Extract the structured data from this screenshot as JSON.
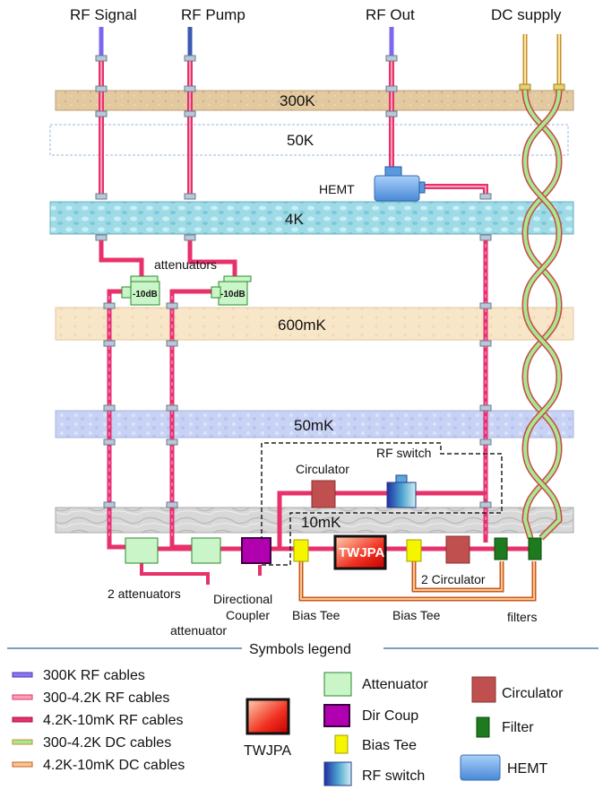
{
  "inputs": {
    "rf_signal": "RF Signal",
    "rf_pump": "RF Pump",
    "rf_out": "RF Out",
    "dc_supply": "DC supply"
  },
  "stages": {
    "s300k": "300K",
    "s50k": "50K",
    "s4k": "4K",
    "s600mk": "600mK",
    "s50mk": "50mK",
    "s10mk": "10mK"
  },
  "components": {
    "hemt": "HEMT",
    "attenuators_top": "attenuators",
    "atten_a": "-10dB",
    "atten_b": "-10dB",
    "rf_switch": "RF switch",
    "circulator": "Circulator",
    "twjpa": "TWJPA",
    "two_attenuators": "2 attenuators",
    "attenuator": "attenuator",
    "directional_coupler_1": "Directional",
    "directional_coupler_2": "Coupler",
    "bias_tee_1": "Bias Tee",
    "bias_tee_2": "Bias Tee",
    "two_circulator": "2 Circulator",
    "filters": "filters"
  },
  "legend": {
    "title": "Symbols legend",
    "cable_items": [
      "300K RF cables",
      "300-4.2K RF cables",
      "4.2K-10mK RF cables",
      "300-4.2K DC cables",
      "4.2K-10mK DC cables"
    ],
    "twjpa": "TWJPA",
    "attenuator": "Attenuator",
    "dir_coup": "Dir Coup",
    "bias_tee": "Bias Tee",
    "rf_switch": "RF switch",
    "circulator": "Circulator",
    "filter": "Filter",
    "hemt": "HEMT"
  },
  "colors": {
    "cable_300k": "#7b68ee",
    "cable_rf_mid": "#f06a8a",
    "cable_rf_cold": "#e8306a",
    "cable_dc_mid": "#9ad27a",
    "cable_dc_cold": "#e08a40",
    "attenuator": "#c9f5c9",
    "dir_coup": "#b000b0",
    "bias_tee": "#f5f500",
    "circulator": "#c05050",
    "filter": "#1e7a1e",
    "hemt": "#6aa8e8"
  }
}
